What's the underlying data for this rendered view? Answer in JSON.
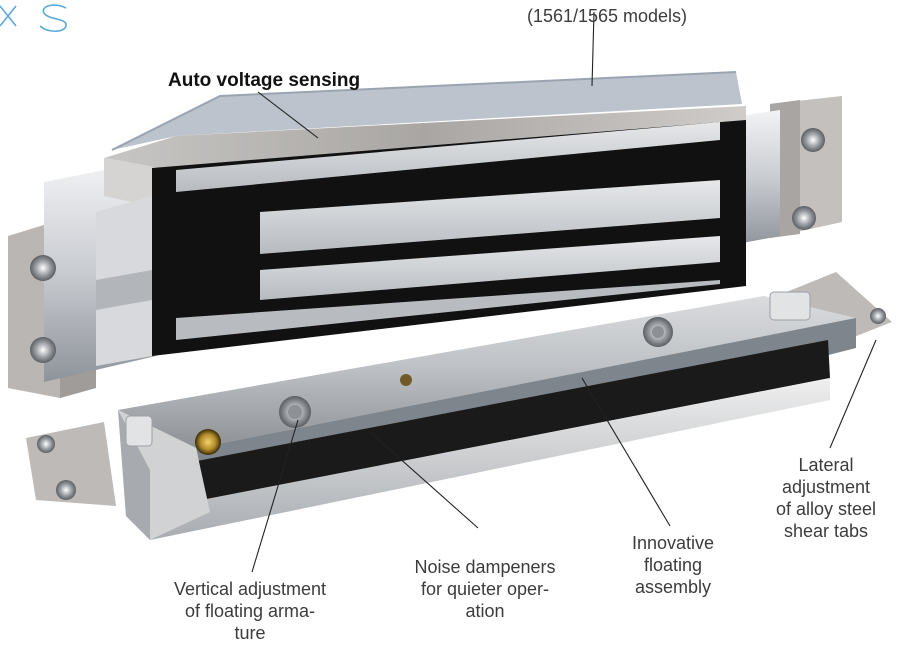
{
  "header": {
    "logo_fragment": "XS",
    "top_note_line2": "(1561/1565 models)"
  },
  "callouts": {
    "auto_voltage": "Auto voltage sensing",
    "lateral": [
      "Lateral",
      "adjustment",
      "of alloy steel",
      "shear tabs"
    ],
    "innovative": [
      "Innovative",
      "floating",
      "assembly"
    ],
    "noise": [
      "Noise dampeners",
      "for quieter oper-",
      "ation"
    ],
    "vertical": [
      "Vertical adjustment",
      "of floating arma-",
      "ture"
    ]
  },
  "colors": {
    "logo_stroke": "#5aa9d6",
    "callout_line": "#222222",
    "text": "#3c3c3c"
  }
}
